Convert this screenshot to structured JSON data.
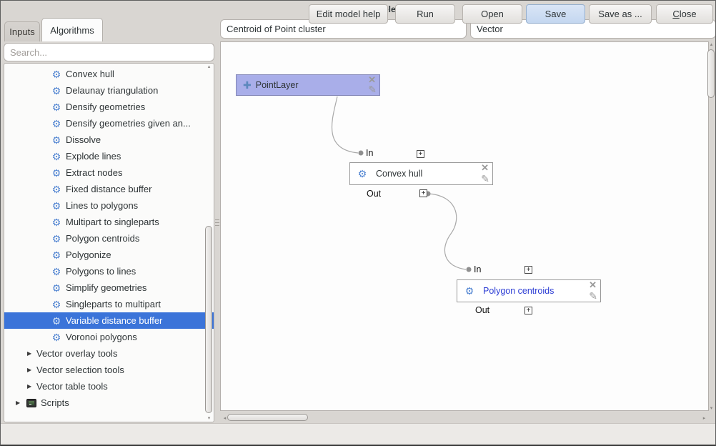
{
  "window": {
    "title": "Processing modeler"
  },
  "left_panel": {
    "tabs": [
      {
        "label": "Inputs",
        "active": false
      },
      {
        "label": "Algorithms",
        "active": true
      }
    ],
    "search": {
      "placeholder": "Search..."
    },
    "tree": {
      "items": [
        {
          "label": "Convex hull",
          "type": "algorithm"
        },
        {
          "label": "Delaunay triangulation",
          "type": "algorithm"
        },
        {
          "label": "Densify geometries",
          "type": "algorithm"
        },
        {
          "label": "Densify geometries given an...",
          "type": "algorithm"
        },
        {
          "label": "Dissolve",
          "type": "algorithm"
        },
        {
          "label": "Explode lines",
          "type": "algorithm"
        },
        {
          "label": "Extract nodes",
          "type": "algorithm"
        },
        {
          "label": "Fixed distance buffer",
          "type": "algorithm"
        },
        {
          "label": "Lines to polygons",
          "type": "algorithm"
        },
        {
          "label": "Multipart to singleparts",
          "type": "algorithm"
        },
        {
          "label": "Polygon centroids",
          "type": "algorithm"
        },
        {
          "label": "Polygonize",
          "type": "algorithm"
        },
        {
          "label": "Polygons to lines",
          "type": "algorithm"
        },
        {
          "label": "Simplify geometries",
          "type": "algorithm"
        },
        {
          "label": "Singleparts to multipart",
          "type": "algorithm"
        },
        {
          "label": "Variable distance buffer",
          "type": "algorithm",
          "selected": true
        },
        {
          "label": "Voronoi polygons",
          "type": "algorithm"
        },
        {
          "label": "Vector overlay tools",
          "type": "group-collapsed"
        },
        {
          "label": "Vector selection tools",
          "type": "group-collapsed"
        },
        {
          "label": "Vector table tools",
          "type": "group-collapsed"
        },
        {
          "label": "Scripts",
          "type": "scripts-group-collapsed"
        }
      ]
    }
  },
  "header": {
    "model_name": "Centroid of Point cluster",
    "model_group": "Vector"
  },
  "canvas": {
    "nodes": {
      "point_layer": {
        "label": "PointLayer",
        "kind": "input"
      },
      "convex_hull": {
        "label": "Convex hull",
        "kind": "algorithm",
        "in": "In",
        "out": "Out"
      },
      "polygon_centroids": {
        "label": "Polygon centroids",
        "kind": "algorithm",
        "in": "In",
        "out": "Out"
      }
    },
    "connections": [
      {
        "from": "PointLayer",
        "to": "Convex hull In"
      },
      {
        "from": "Convex hull Out",
        "to": "Polygon centroids In"
      }
    ]
  },
  "footer": {
    "buttons": [
      "Edit model help",
      "Run",
      "Open",
      "Save",
      "Save as ...",
      "Close"
    ]
  },
  "colors": {
    "selection_blue": "#3b74d9",
    "input_node_fill": "#a9aee9",
    "algorithm_link_text": "#2b3cd4",
    "gear_icon_blue": "#4f83d1",
    "save_button_fill": "#cdddf3",
    "canvas_bg": "#fdfdfd",
    "window_bg": "#d9d6d2"
  }
}
